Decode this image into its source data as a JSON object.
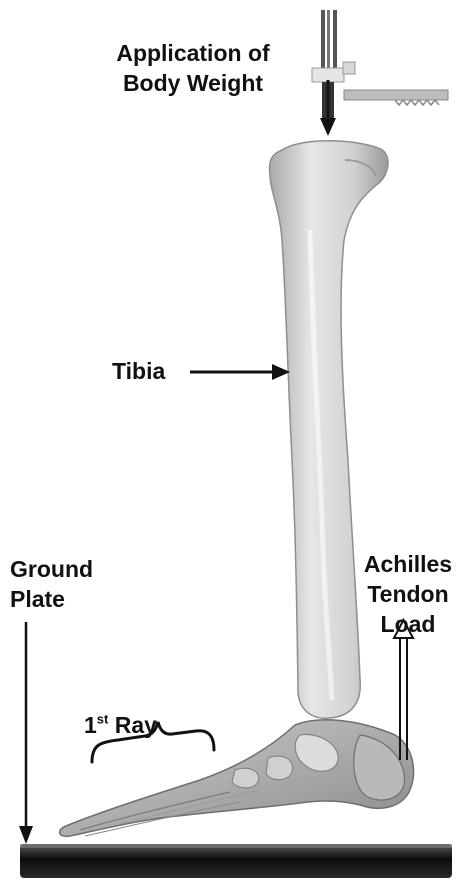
{
  "labels": {
    "application_line1": "Application of",
    "application_line2": "Body Weight",
    "tibia": "Tibia",
    "ground_line1": "Ground",
    "ground_line2": "Plate",
    "achilles_line1": "Achilles",
    "achilles_line2": "Tendon",
    "achilles_line3": "Load",
    "ray_number": "1",
    "ray_suffix": "st",
    "ray_word": "Ray"
  },
  "colors": {
    "bone": "#d4d4d4",
    "bone_shadow": "#8e8e8e",
    "plate": "#1a1a1a",
    "arrow": "#111111"
  }
}
